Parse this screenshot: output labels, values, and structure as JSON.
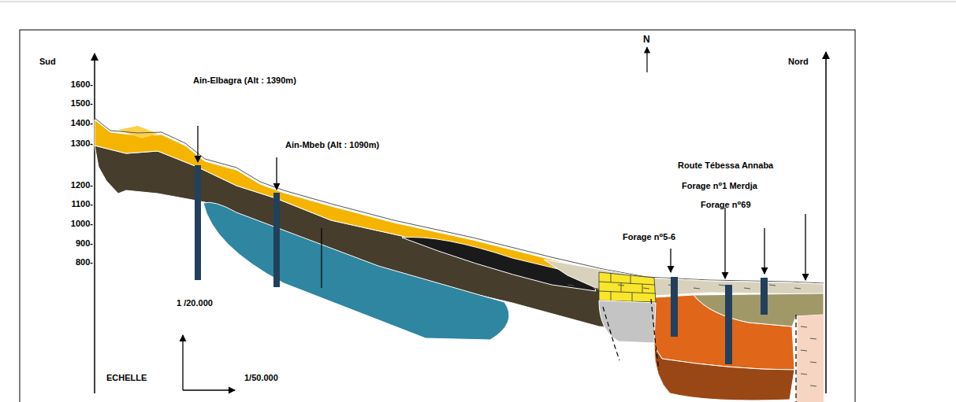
{
  "diagram": {
    "labels": [
      "N",
      "Sud",
      "Nord",
      "1600-",
      "1500-",
      "1400-",
      "1300-",
      "1200-",
      "1100-",
      "1000-",
      "900-",
      "800-",
      "Ain-Elbagra (Alt : 1390m)",
      "Ain-Mbeb (Alt : 1090m)",
      "Route Tébessa Annaba",
      "Forage n⁰1 Merdja",
      "Forage n⁰69",
      "Forage n⁰5-6",
      "1 /20.000",
      "ECHELLE",
      "1/50.000"
    ]
  }
}
